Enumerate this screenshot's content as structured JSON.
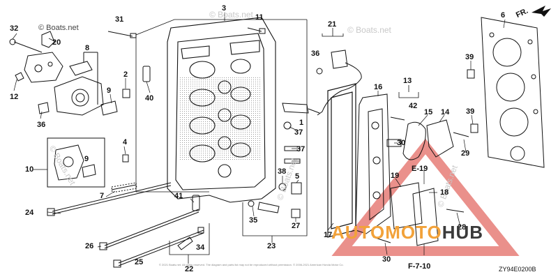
{
  "watermarks": [
    "© Boats.net",
    "© Boats.net",
    "© Boats.net",
    "© Boats.net",
    "© Boats.net",
    "© Boats.net"
  ],
  "callouts": {
    "c3": "3",
    "c11": "11",
    "c31": "31",
    "c32": "32",
    "c20": "20",
    "c8": "8",
    "c12": "12",
    "c36a": "36",
    "c2": "2",
    "c9a": "9",
    "c40": "40",
    "c4": "4",
    "c10": "10",
    "c9b": "9",
    "c7": "7",
    "c24": "24",
    "c41": "41",
    "c26": "26",
    "c25": "25",
    "c34": "34",
    "c22": "22",
    "c21": "21",
    "c36b": "36",
    "c1": "1",
    "c37a": "37",
    "c37b": "37",
    "c38": "38",
    "c5": "5",
    "c35": "35",
    "c27": "27",
    "c23": "23",
    "c16": "16",
    "c17": "17",
    "c13": "13",
    "c42": "42",
    "c15": "15",
    "c14": "14",
    "c30a": "30",
    "c19": "19",
    "c18": "18",
    "c28": "28",
    "c30b": "30",
    "c6": "6",
    "c39a": "39",
    "c39b": "39",
    "c29": "29"
  },
  "references": {
    "e19": "E-19",
    "f710": "F-7-10"
  },
  "direction_label": "FR.",
  "diagram_code": "ZY94E0200B",
  "copyright_line": "© 2021 Boats.net. All rights reserved. The diagram and parts list may not be reproduced without permission.  © 2006-2021 American Honda Motor Co.",
  "logo": {
    "word1": "AUTO",
    "word2": "MOTO",
    "word3": "HUB"
  },
  "colors": {
    "logo_orange": "#f2a23a",
    "logo_red": "#d9342b",
    "logo_dark": "#3a3a3a",
    "line": "#111111"
  }
}
